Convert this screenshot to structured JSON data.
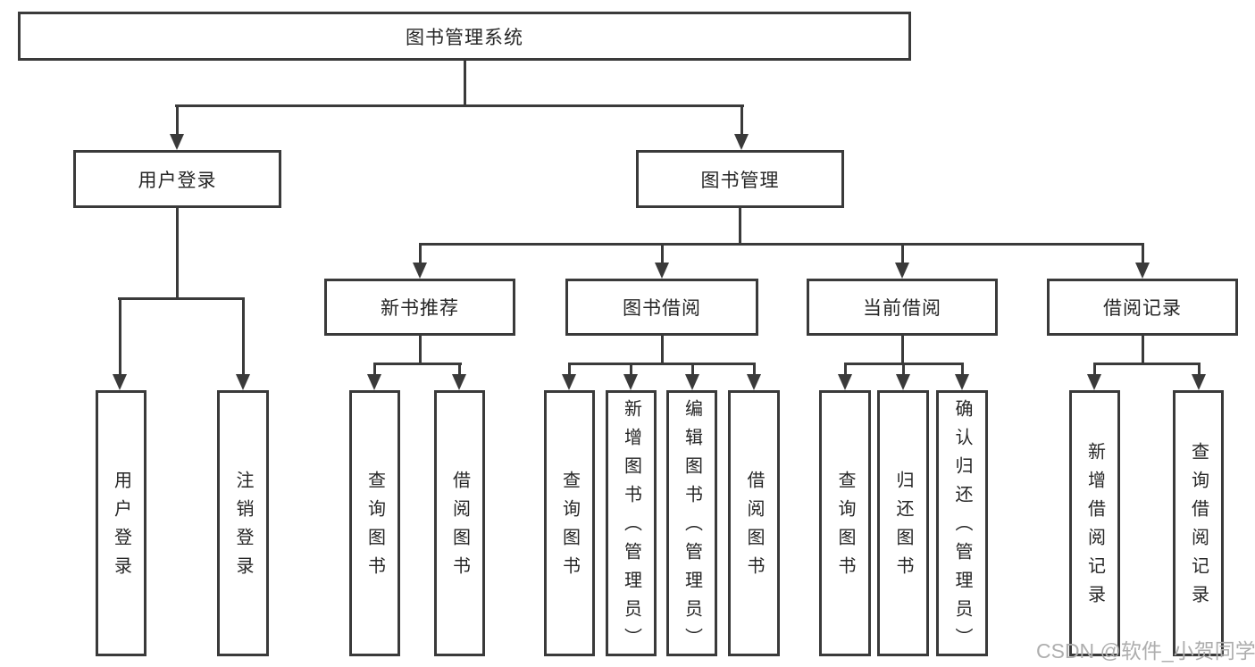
{
  "diagram": {
    "type": "tree",
    "root": {
      "label": "图书管理系统"
    },
    "branches": [
      {
        "label": "用户登录",
        "children": [
          {
            "label": "用户登录"
          },
          {
            "label": "注销登录"
          }
        ]
      },
      {
        "label": "图书管理",
        "children": [
          {
            "label": "新书推荐",
            "children": [
              {
                "label": "查询图书"
              },
              {
                "label": "借阅图书"
              }
            ]
          },
          {
            "label": "图书借阅",
            "children": [
              {
                "label": "查询图书"
              },
              {
                "label": "新增图书（管理员）"
              },
              {
                "label": "编辑图书（管理员）"
              },
              {
                "label": "借阅图书"
              }
            ]
          },
          {
            "label": "当前借阅",
            "children": [
              {
                "label": "查询图书"
              },
              {
                "label": "归还图书"
              },
              {
                "label": "确认归还（管理员）"
              }
            ]
          },
          {
            "label": "借阅记录",
            "children": [
              {
                "label": "新增借阅记录"
              },
              {
                "label": "查询借阅记录"
              }
            ]
          }
        ]
      }
    ]
  },
  "watermark": {
    "text": "CSDN @软件_小贺同学"
  },
  "colors": {
    "line": "#3a3a3a",
    "text": "#262626",
    "background": "#ffffff",
    "watermark": "#aeaeae"
  }
}
